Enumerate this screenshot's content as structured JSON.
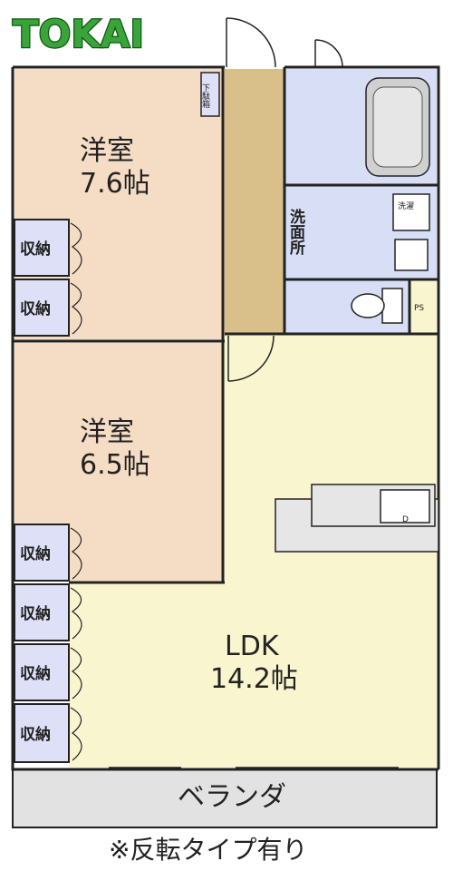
{
  "logo": {
    "text": "TOKAI"
  },
  "rooms": {
    "western_1": {
      "name": "洋室",
      "size": "7.6帖"
    },
    "western_2": {
      "name": "洋室",
      "size": "6.5帖"
    },
    "ldk": {
      "name": "LDK",
      "size": "14.2帖"
    },
    "washroom": "洗面所",
    "balcony": "ベランダ"
  },
  "storage_label": "収納",
  "shoe_cabinet": "下駄箱",
  "washing_machine": "洗濯",
  "pipe_space": "PS",
  "fridge": "D",
  "note": "※反転タイプ有り",
  "colors": {
    "room_beige": "#f5dcc4",
    "ldk_cream": "#f8f5cf",
    "wet_blue": "#d7def6",
    "hall_tan": "#d9c08a",
    "storage_lilac": "#dde0f6",
    "balcony_gray": "#e2e2e2",
    "wall": "#222222",
    "logo_green": "#3aa33a"
  }
}
